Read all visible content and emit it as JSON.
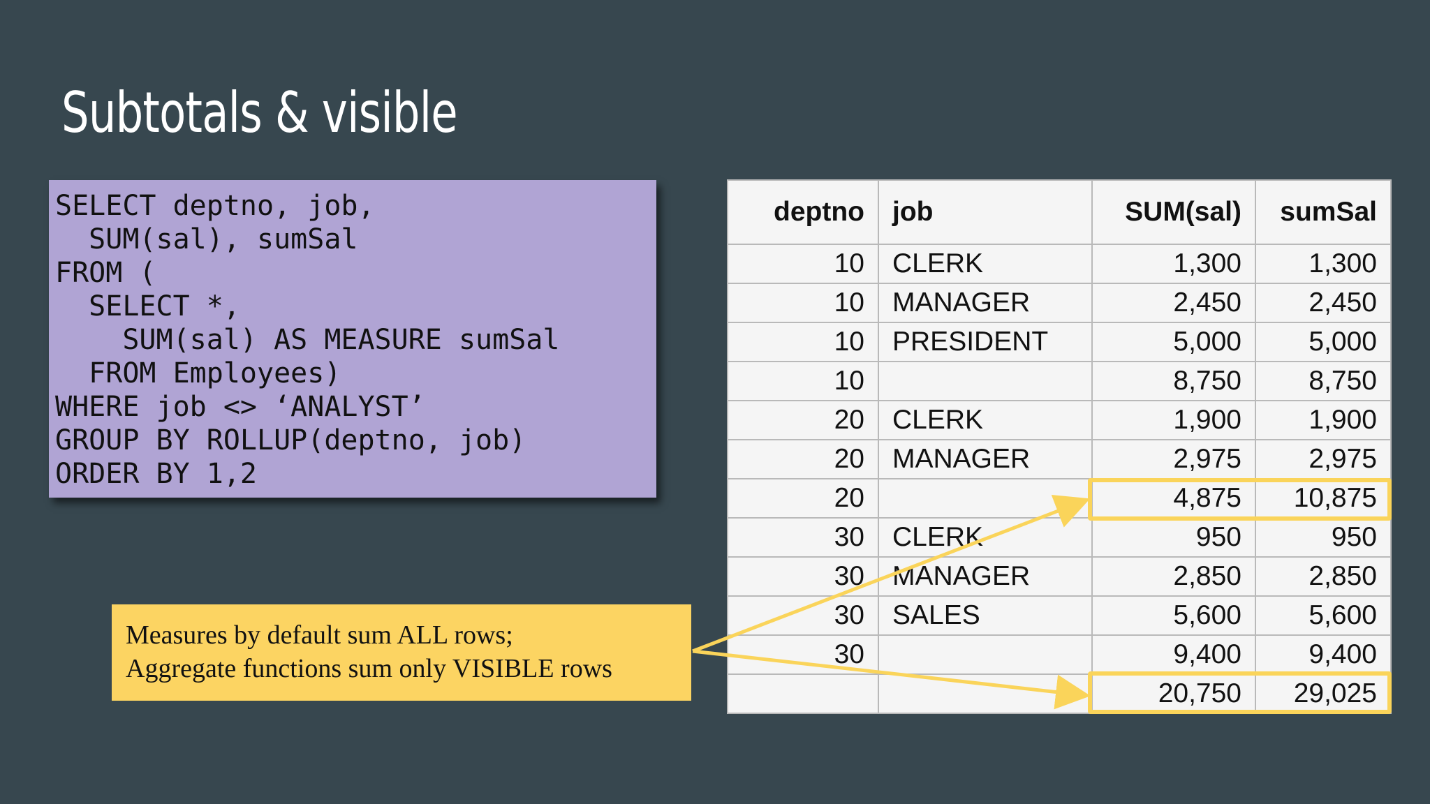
{
  "title": "Subtotals & visible",
  "code": [
    "SELECT deptno, job,",
    "  SUM(sal), sumSal",
    "FROM (",
    "  SELECT *,",
    "    SUM(sal) AS MEASURE sumSal",
    "  FROM Employees)",
    "WHERE job <> ‘ANALYST’",
    "GROUP BY ROLLUP(deptno, job)",
    "ORDER BY 1,2"
  ],
  "table": {
    "headers": [
      "deptno",
      "job",
      "SUM(sal)",
      "sumSal"
    ],
    "rows": [
      [
        "10",
        "CLERK",
        "1,300",
        "1,300"
      ],
      [
        "10",
        "MANAGER",
        "2,450",
        "2,450"
      ],
      [
        "10",
        "PRESIDENT",
        "5,000",
        "5,000"
      ],
      [
        "10",
        "",
        "8,750",
        "8,750"
      ],
      [
        "20",
        "CLERK",
        "1,900",
        "1,900"
      ],
      [
        "20",
        "MANAGER",
        "2,975",
        "2,975"
      ],
      [
        "20",
        "",
        "4,875",
        "10,875"
      ],
      [
        "30",
        "CLERK",
        "950",
        "950"
      ],
      [
        "30",
        "MANAGER",
        "2,850",
        "2,850"
      ],
      [
        "30",
        "SALES",
        "5,600",
        "5,600"
      ],
      [
        "30",
        "",
        "9,400",
        "9,400"
      ],
      [
        "",
        "",
        "20,750",
        "29,025"
      ]
    ]
  },
  "callout": [
    "Measures by default sum ALL rows;",
    "Aggregate functions sum only VISIBLE rows"
  ],
  "colors": {
    "background": "#37474f",
    "code_box": "#b0a4d4",
    "highlight": "#fad45a",
    "callout": "#fcd462"
  }
}
